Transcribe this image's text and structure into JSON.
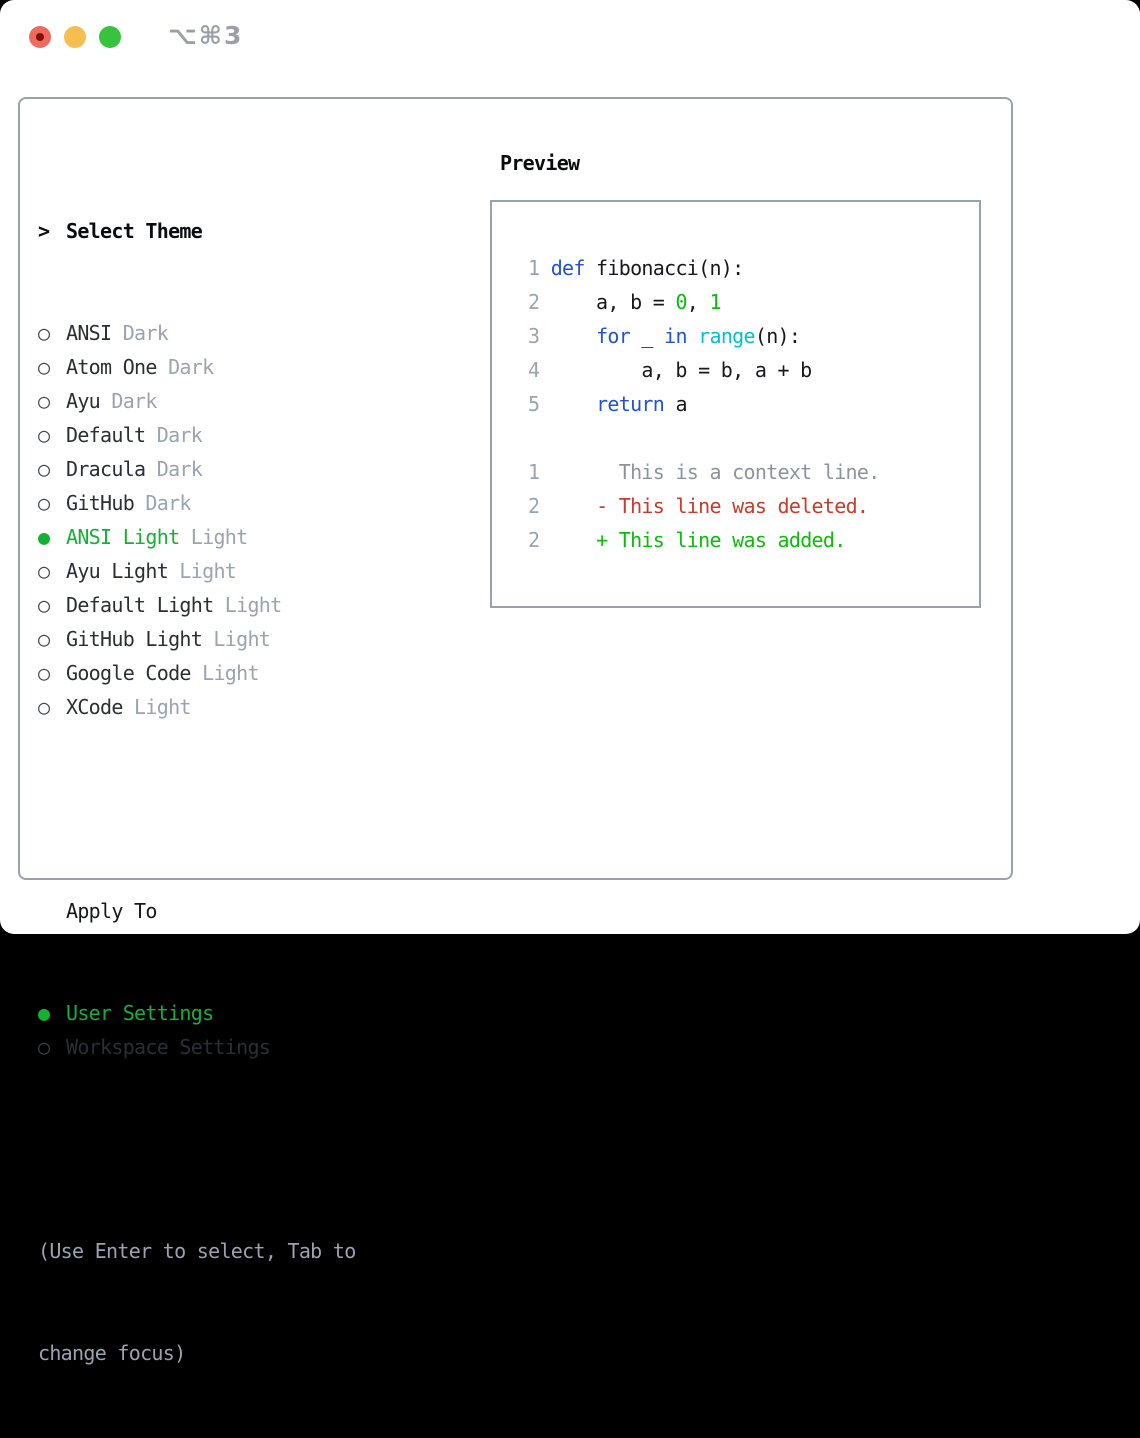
{
  "window": {
    "shortcut": "⌥⌘3"
  },
  "colors": {
    "accent_green": "#14b232",
    "keyword_blue": "#2152d4",
    "builtin_cyan": "#00c2cd",
    "code_green": "#0abd0c",
    "deleted_red": "#c93b28",
    "muted_gray": "#99a3b1",
    "context_gray": "#8d939d",
    "text_dark": "#16181d",
    "border_gray": "#99a1ad",
    "traffic_red": "#ee6a5e",
    "traffic_yellow": "#f6be50",
    "traffic_green": "#38c33f"
  },
  "theme_panel": {
    "header": {
      "marker": ">",
      "label": "Select Theme"
    },
    "themes": [
      {
        "name": "ANSI",
        "variant": "Dark",
        "selected": false
      },
      {
        "name": "Atom One",
        "variant": "Dark",
        "selected": false
      },
      {
        "name": "Ayu",
        "variant": "Dark",
        "selected": false
      },
      {
        "name": "Default",
        "variant": "Dark",
        "selected": false
      },
      {
        "name": "Dracula",
        "variant": "Dark",
        "selected": false
      },
      {
        "name": "GitHub",
        "variant": "Dark",
        "selected": false
      },
      {
        "name": "ANSI Light",
        "variant": "Light",
        "selected": true
      },
      {
        "name": "Ayu Light",
        "variant": "Light",
        "selected": false
      },
      {
        "name": "Default Light",
        "variant": "Light",
        "selected": false
      },
      {
        "name": "GitHub Light",
        "variant": "Light",
        "selected": false
      },
      {
        "name": "Google Code",
        "variant": "Light",
        "selected": false
      },
      {
        "name": "XCode",
        "variant": "Light",
        "selected": false
      }
    ],
    "apply_to": {
      "label": "Apply To",
      "options": [
        {
          "label": "User Settings",
          "selected": true
        },
        {
          "label": "Workspace Settings",
          "selected": false
        }
      ]
    },
    "hint_lines": [
      "(Use Enter to select, Tab to",
      "change focus)"
    ]
  },
  "preview": {
    "label": "Preview",
    "lines": [
      {
        "num": "1",
        "tokens": [
          {
            "t": " ",
            "c": "fg"
          },
          {
            "t": "def",
            "c": "kw"
          },
          {
            "t": " fibonacci(n):",
            "c": "fg"
          }
        ]
      },
      {
        "num": "2",
        "tokens": [
          {
            "t": "     a, b = ",
            "c": "fg"
          },
          {
            "t": "0",
            "c": "num"
          },
          {
            "t": ", ",
            "c": "fg"
          },
          {
            "t": "1",
            "c": "num"
          }
        ]
      },
      {
        "num": "3",
        "tokens": [
          {
            "t": "     ",
            "c": "fg"
          },
          {
            "t": "for",
            "c": "kw"
          },
          {
            "t": " _ ",
            "c": "fg"
          },
          {
            "t": "in",
            "c": "kw"
          },
          {
            "t": " ",
            "c": "fg"
          },
          {
            "t": "range",
            "c": "fn"
          },
          {
            "t": "(n):",
            "c": "fg"
          }
        ]
      },
      {
        "num": "4",
        "tokens": [
          {
            "t": "         a, b = b, a + b",
            "c": "fg"
          }
        ]
      },
      {
        "num": "5",
        "tokens": [
          {
            "t": "     ",
            "c": "fg"
          },
          {
            "t": "return",
            "c": "kw"
          },
          {
            "t": " a",
            "c": "fg"
          }
        ]
      },
      {
        "gap": true
      },
      {
        "num": "1",
        "tokens": [
          {
            "t": "       This is a context line.",
            "c": "ctx"
          }
        ]
      },
      {
        "num": "2",
        "tokens": [
          {
            "t": "     ",
            "c": "fg"
          },
          {
            "t": "- This line was deleted.",
            "c": "del"
          }
        ]
      },
      {
        "num": "2",
        "tokens": [
          {
            "t": "     ",
            "c": "fg"
          },
          {
            "t": "+ This line was added.",
            "c": "add"
          }
        ]
      }
    ]
  }
}
